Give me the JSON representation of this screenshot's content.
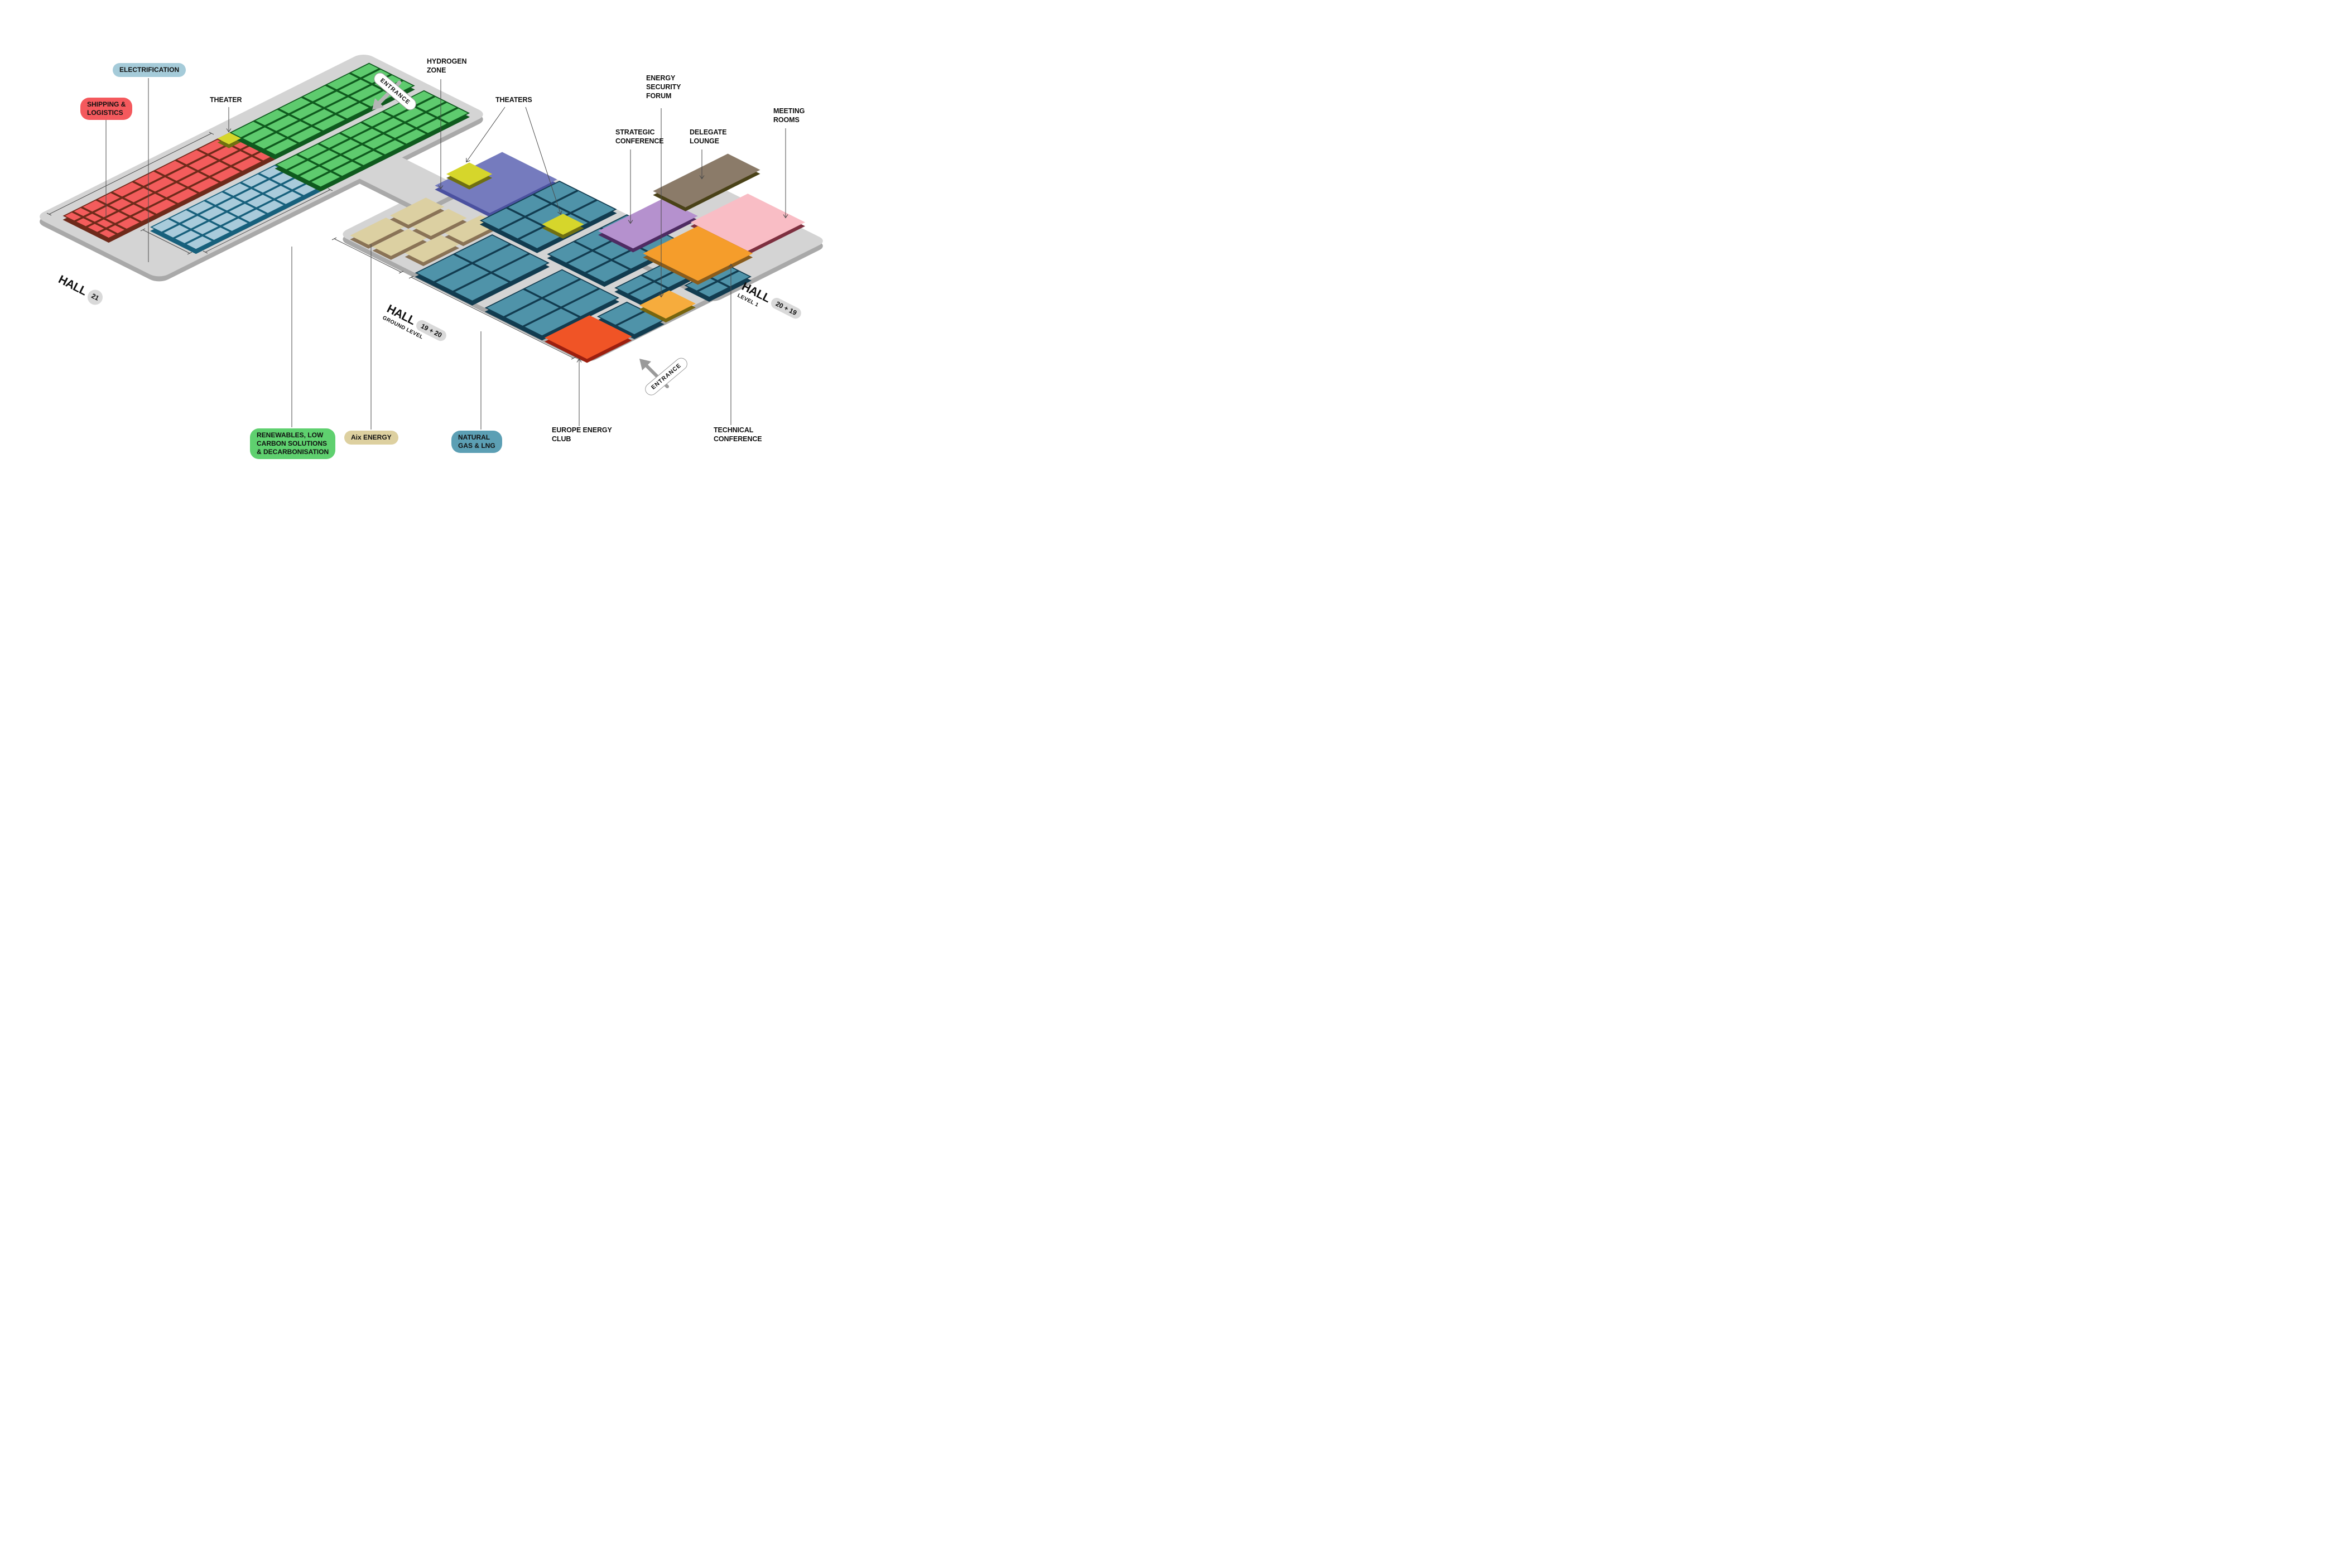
{
  "labels": {
    "electrification": "ELECTRIFICATION",
    "shipping_1": "SHIPPING &",
    "shipping_2": "LOGISTICS",
    "theater": "THEATER",
    "entrance_top": "ENTRANCE",
    "entrance_bottom": "ENTRANCE",
    "hydrogen_1": "HYDROGEN",
    "hydrogen_2": "ZONE",
    "theaters": "THEATERS",
    "esf_1": "ENERGY",
    "esf_2": "SECURITY",
    "esf_3": "FORUM",
    "strategic_1": "STRATEGIC",
    "strategic_2": "CONFERENCE",
    "delegate_1": "DELEGATE",
    "delegate_2": "LOUNGE",
    "meeting_1": "MEETING",
    "meeting_2": "ROOMS",
    "renewables_1": "RENEWABLES, LOW",
    "renewables_2": "CARBON SOLUTIONS",
    "renewables_3": "& DECARBONISATION",
    "aix": "Aix ENERGY",
    "natgas_1": "NATURAL",
    "natgas_2": "GAS & LNG",
    "eec_1": "EUROPE ENERGY",
    "eec_2": "CLUB",
    "tech_1": "TECHNICAL",
    "tech_2": "CONFERENCE"
  },
  "halls": {
    "h21": {
      "name": "HALL",
      "badge": "21",
      "level": ""
    },
    "h1920": {
      "name": "HALL",
      "badge": "19 + 20",
      "level": "GROUND LEVEL"
    },
    "h2019": {
      "name": "HALL",
      "badge": "20 + 19",
      "level": "LEVEL 1"
    }
  },
  "colors": {
    "platform": "#D4D4D4",
    "platformSide": "#A9A9A9",
    "green": "#5ECB6E",
    "greenSide": "#0F5A1E",
    "red": "#F35C5C",
    "redSide": "#6E2A1A",
    "lightblue": "#A9CBDB",
    "lightblueSide": "#17607C",
    "blue": "#4F93A9",
    "blueSide": "#123C50",
    "tan": "#DCD0A2",
    "tanSide": "#8A7356",
    "purple": "#757BBE",
    "purpleSide": "#4B51A0",
    "yellow": "#D6D62B",
    "yellowSide": "#6F6F12",
    "orange": "#F59D2B",
    "orangeSide": "#8A5C1C",
    "esf": "#F6AC3D",
    "esfSide": "#77650F",
    "eec": "#F05426",
    "eecSide": "#9C1F0F",
    "lavender": "#B591CE",
    "lavenderSide": "#4E2B63",
    "brown": "#8B7B69",
    "brownSide": "#4A4218",
    "pink": "#F9BDC5",
    "pinkSide": "#7E3040",
    "line": "#4A4A4A",
    "arrowGray": "#B5B5B5",
    "labelBlue": "#A5CBD9",
    "labelRed": "#F4595D",
    "labelGreen": "#5FD06F",
    "labelTan": "#DDD0A0",
    "labelTeal": "#5C9FB4"
  }
}
